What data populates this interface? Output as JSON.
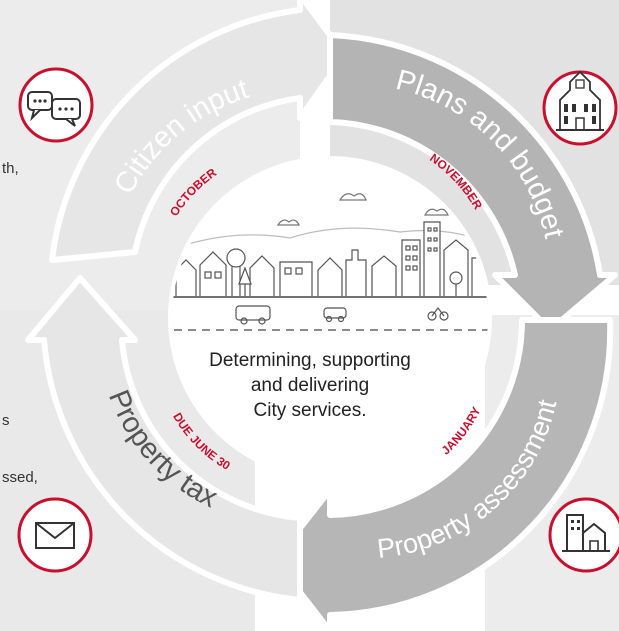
{
  "cycle": {
    "stages": [
      {
        "label": "Citizen input",
        "month": "OCTOBER",
        "icon": "speech-bubbles-icon"
      },
      {
        "label": "Plans and budget",
        "month": "NOVEMBER",
        "icon": "city-hall-icon"
      },
      {
        "label": "Property assessment",
        "month": "JANUARY",
        "icon": "buildings-icon"
      },
      {
        "label": "Property tax",
        "month": "DUE JUNE 30",
        "icon": "envelope-icon"
      }
    ],
    "center": {
      "line1": "Determining, supporting",
      "line2": "and delivering",
      "line3": "City services."
    }
  },
  "side_text": {
    "top_left": "th,",
    "mid_left": "s",
    "bottom_left": "ssed,"
  },
  "colors": {
    "accent": "#c8102e",
    "arrow_light": "#e6e6e6",
    "arrow_dark": "#b4b4b4",
    "panel": "#ececec",
    "panel_dark": "#e2e2e2"
  }
}
